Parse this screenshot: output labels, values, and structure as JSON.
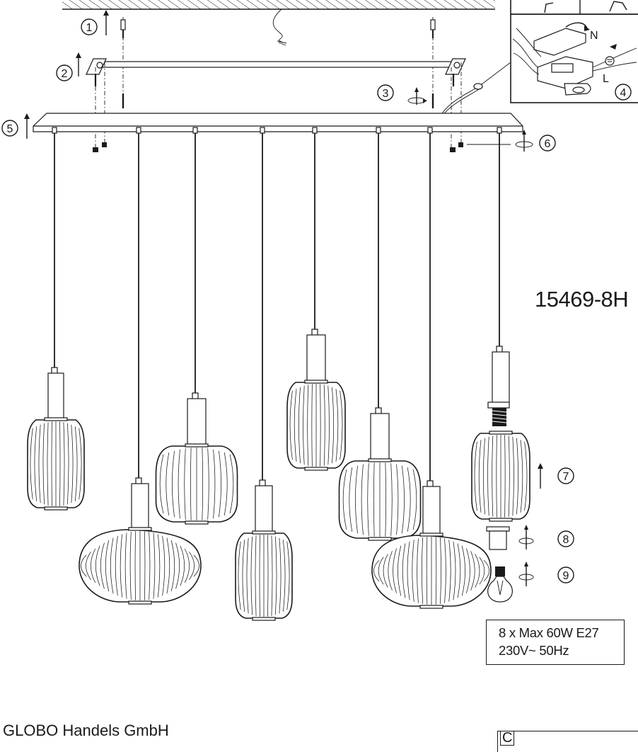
{
  "steps": {
    "s1": "1",
    "s2": "2",
    "s3": "3",
    "s4": "4",
    "s5": "5",
    "s6": "6",
    "s7": "7",
    "s8": "8",
    "s9": "9"
  },
  "wiring": {
    "neutral": "N",
    "live": "L"
  },
  "model_number": "15469-8H",
  "spec": {
    "line1": "8 x Max 60W E27",
    "line2": "230V~ 50Hz"
  },
  "company": "GLOBO Handels GmbH",
  "mark": "C"
}
